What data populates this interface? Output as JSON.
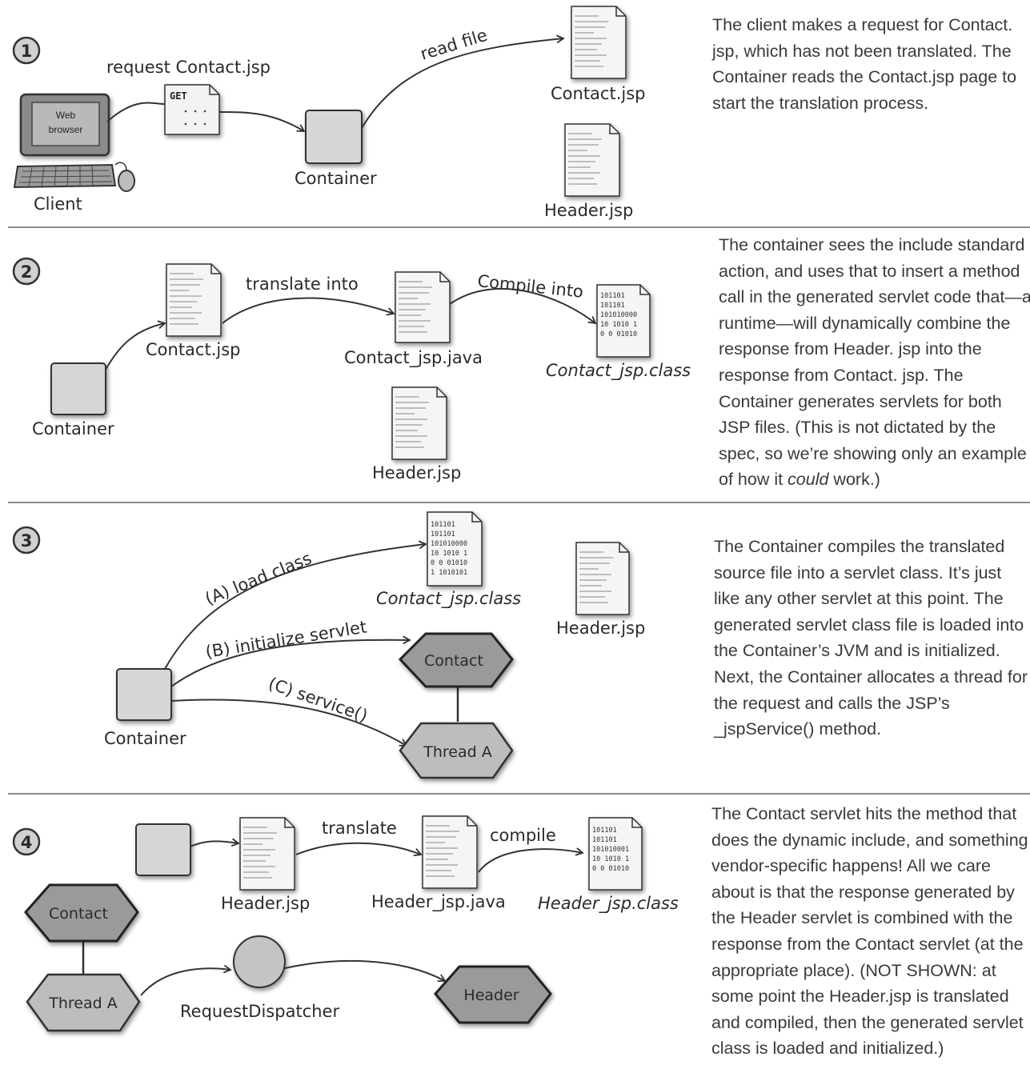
{
  "steps": [
    {
      "number": "1",
      "labels": {
        "request": "request Contact.jsp",
        "get": "GET",
        "web": "Web",
        "browser": "browser",
        "client": "Client",
        "container": "Container",
        "read_file": "read file",
        "contact_jsp": "Contact.jsp",
        "header_jsp": "Header.jsp"
      },
      "description": "The client makes a request for Contact. jsp, which has not been translated. The Container reads the Contact.jsp page to start the translation process."
    },
    {
      "number": "2",
      "labels": {
        "container": "Container",
        "contact_jsp": "Contact.jsp",
        "translate_into": "translate into",
        "contact_java": "Contact_jsp.java",
        "compile_into": "Compile into",
        "contact_class": "Contact_jsp.class",
        "header_jsp": "Header.jsp"
      },
      "description_pre": "The container sees the include standard action, and uses that to insert a method call in the generated servlet code that—at runtime—will dynamically combine the response from Header. jsp into the response from Contact. jsp. The Container generates servlets for both JSP files. (This is not dictated by the spec, so we’re showing only an example of how it ",
      "description_em": "could",
      "description_post": " work.)"
    },
    {
      "number": "3",
      "labels": {
        "load_class": "(A) load class",
        "init_servlet": "(B) initialize servlet",
        "service": "(C) service()",
        "contact_class": "Contact_jsp.class",
        "header_jsp": "Header.jsp",
        "contact": "Contact",
        "thread": "Thread A",
        "container": "Container"
      },
      "description": "The Container compiles the translated source file into a servlet class. It’s just like any other servlet at this point. The generated servlet class file is loaded into the Container’s JVM and is initialized. Next, the Container allocates a thread for the request and calls the JSP’s _jspService() method."
    },
    {
      "number": "4",
      "labels": {
        "translate": "translate",
        "compile": "compile",
        "header_jsp": "Header.jsp",
        "header_java": "Header_jsp.java",
        "header_class": "Header_jsp.class",
        "contact": "Contact",
        "thread": "Thread A",
        "dispatcher": "RequestDispatcher",
        "header": "Header"
      },
      "description": "The Contact servlet hits the method that does the dynamic include, and something vendor-specific happens! All we care about is that the response generated by the Header servlet is combined with the response from the Contact servlet (at the appropriate place). (NOT SHOWN: at some point the Header.jsp is translated and compiled, then the generated servlet class is loaded and initialized.)"
    }
  ],
  "binary_lines": {
    "contact_class_2": [
      "101101",
      "101101",
      "101010000",
      "10 1010 1",
      "0 0 01010"
    ],
    "contact_class_3": [
      "101101",
      "101101",
      "101010000",
      "10 1010 1",
      "0 0 01010",
      "1 1010101"
    ],
    "header_class_4": [
      "101101",
      "101101",
      "101010001",
      "10 1010 1",
      "0 0 01010"
    ]
  },
  "colors": {
    "box_fill": "#d6d6d6",
    "hex_fill": "#9a9a9a",
    "thread_fill": "#bdbdbd",
    "line": "#333333",
    "divider": "#8a8a8a"
  }
}
